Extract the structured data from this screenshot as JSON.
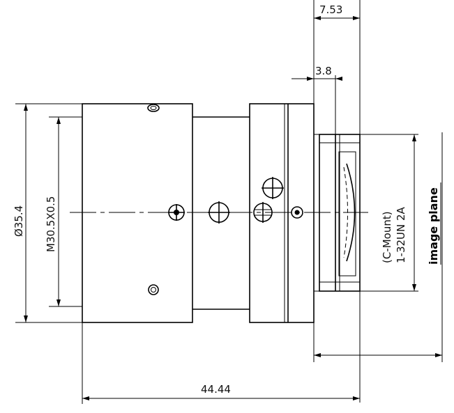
{
  "dimensions": {
    "flange_width": "7.53",
    "back_offset": "3.8",
    "outer_diameter": "Ø35.4",
    "filter_thread": "M30.5X0.5",
    "total_length": "44.44"
  },
  "mount": {
    "line1": "(C-Mount)",
    "line2": "1-32UN 2A"
  },
  "image_plane_label": "image plane"
}
